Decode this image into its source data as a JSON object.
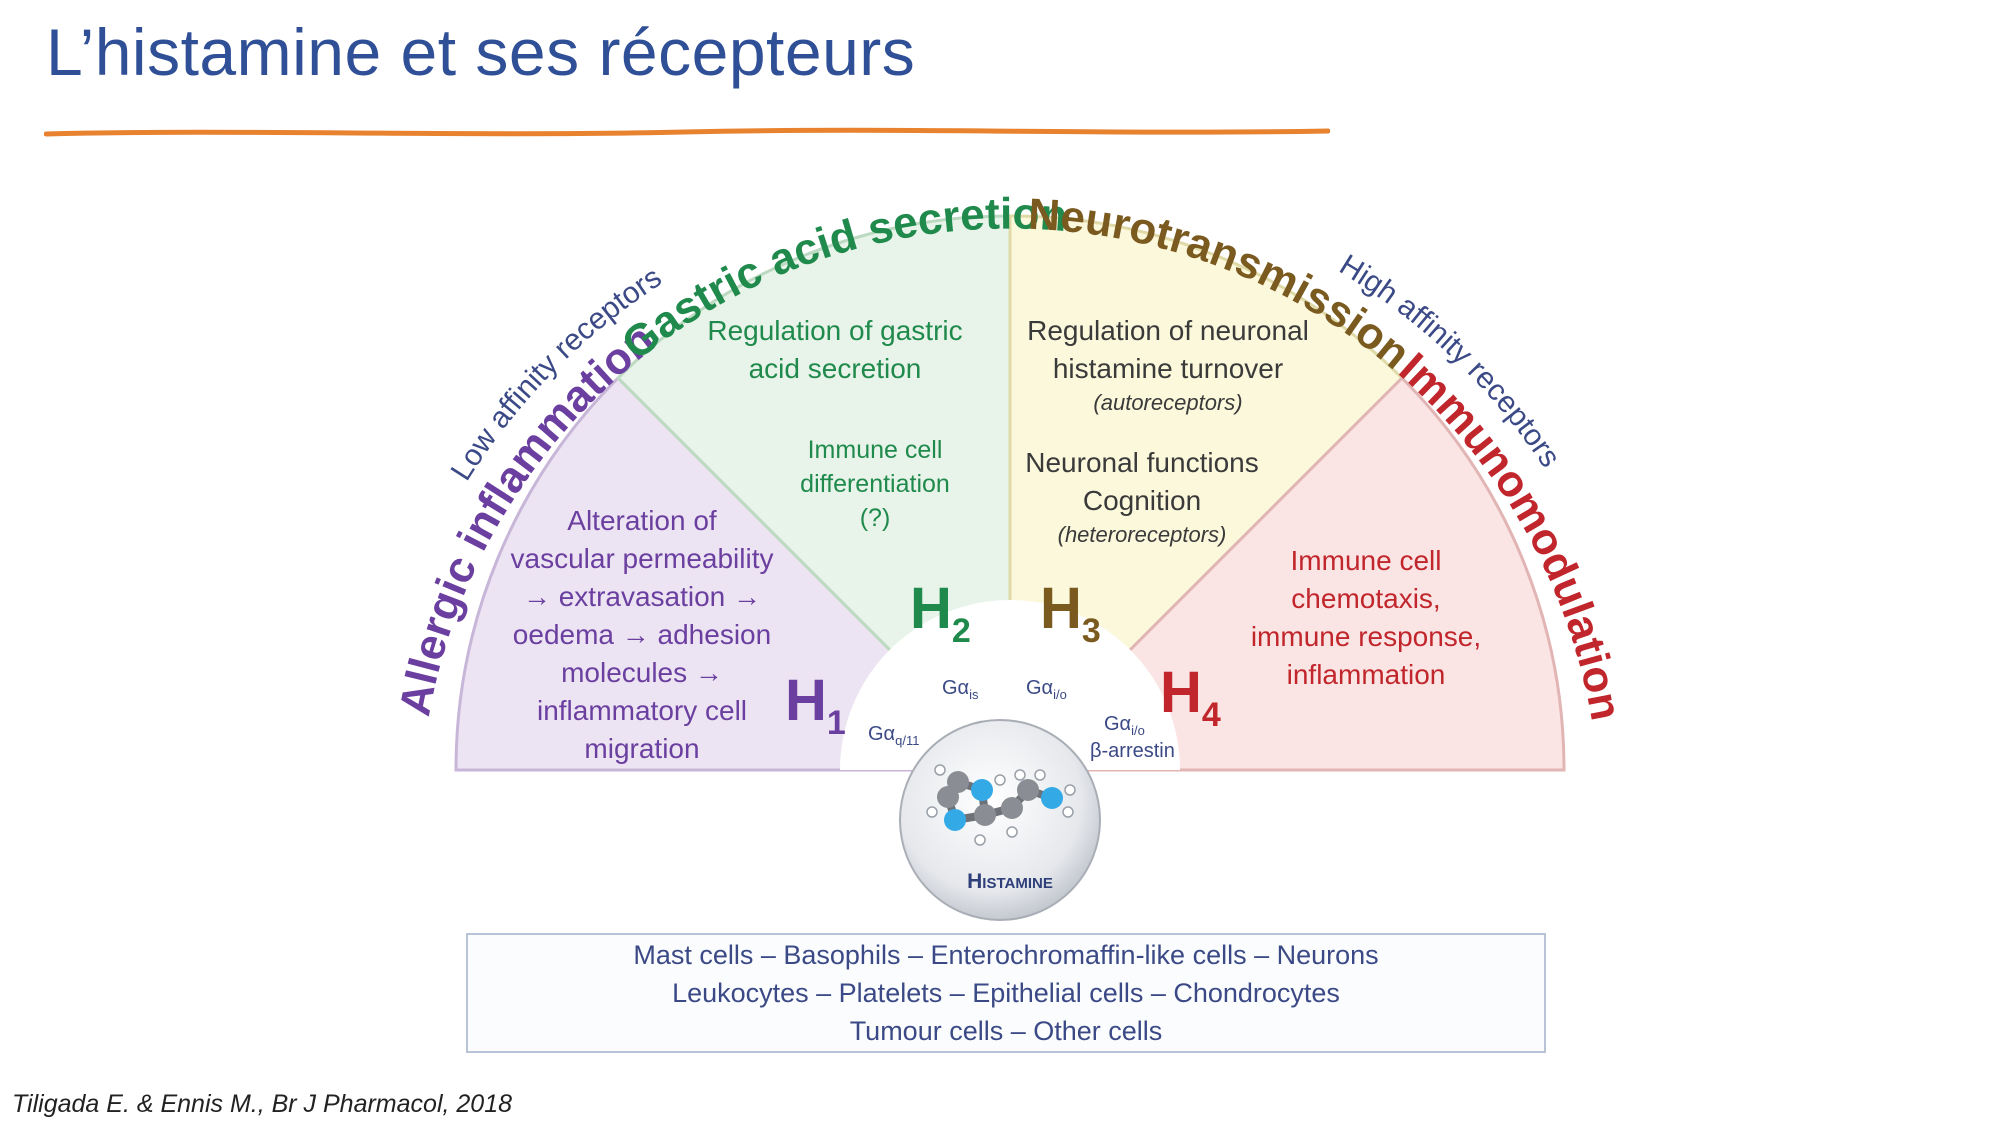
{
  "slide": {
    "title": "L’histamine et ses récepteurs",
    "citation": "Tiligada E. & Ennis M., Br J Pharmacol, 2018"
  },
  "colors": {
    "title": "#2f4f96",
    "rule": "#e8822f",
    "h1": "#6b3fa0",
    "h2": "#1f8a4c",
    "h3": "#7a5a1e",
    "h4": "#c0262b",
    "affinity": "#3b4a86"
  },
  "affinity": {
    "low": "Low affinity receptors",
    "high": "High affinity receptors"
  },
  "receptors": {
    "h1": {
      "name": "H",
      "sub": "1",
      "arc_label": "Allergic inflammation",
      "lines": [
        "Alteration of",
        "vascular permeability",
        "→ extravasation →",
        "oedema → adhesion",
        "molecules →",
        "inflammatory cell",
        "migration"
      ],
      "protein": "Gα",
      "protein_sub": "q/11"
    },
    "h2": {
      "name": "H",
      "sub": "2",
      "arc_label": "Gastric acid secretion",
      "lines_a": [
        "Regulation of gastric",
        "acid secretion"
      ],
      "lines_b": [
        "Immune cell",
        "differentiation",
        "(?)"
      ],
      "protein": "Gα",
      "protein_sub": "is"
    },
    "h3": {
      "name": "H",
      "sub": "3",
      "arc_label": "Neurotransmission",
      "lines_a": [
        "Regulation of neuronal",
        "histamine turnover"
      ],
      "note_a": "(autoreceptors)",
      "lines_b": [
        "Neuronal functions",
        "Cognition"
      ],
      "note_b": "(heteroreceptors)",
      "protein": "Gα",
      "protein_sub": "i/o"
    },
    "h4": {
      "name": "H",
      "sub": "4",
      "arc_label": "Immunomodulation",
      "lines": [
        "Immune cell",
        "chemotaxis,",
        "immune response,",
        "inflammation"
      ],
      "protein": "Gα",
      "protein_sub": "i/o",
      "protein_extra": "β-arrestin"
    }
  },
  "histamine_label": "Histamine",
  "cells": [
    "Mast cells – Basophils – Enterochromaffin-like cells – Neurons",
    "Leukocytes – Platelets – Epithelial cells – Chondrocytes",
    "Tumour cells – Other cells"
  ]
}
